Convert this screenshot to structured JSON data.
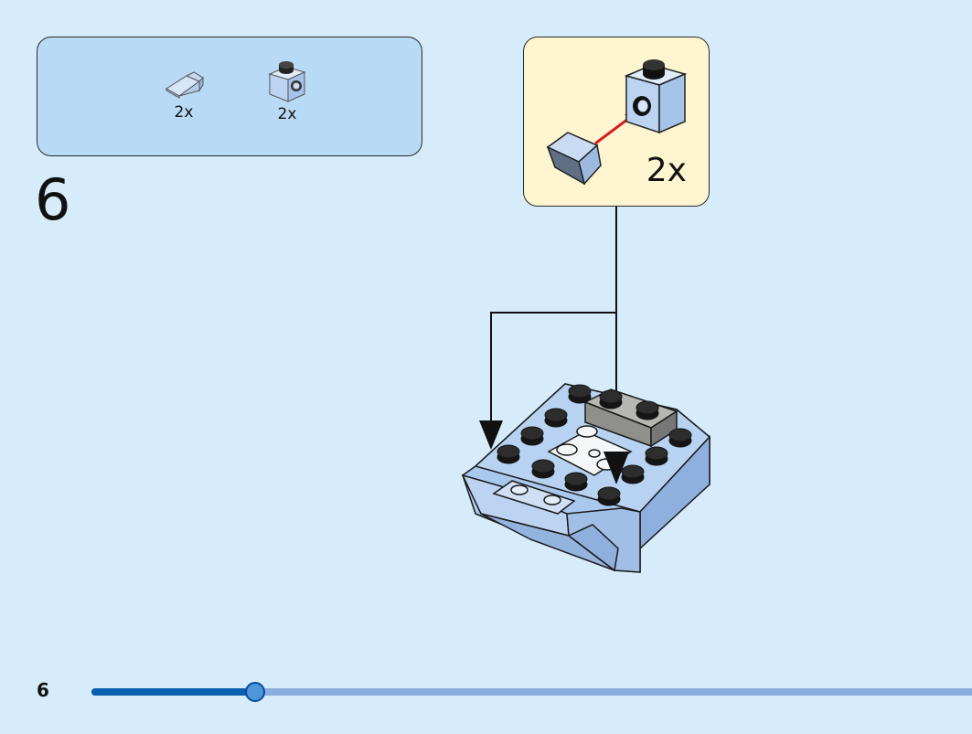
{
  "parts_list": {
    "items": [
      {
        "icon": "slope-brick-icon",
        "quantity": "2x"
      },
      {
        "icon": "stud-side-brick-icon",
        "quantity": "2x"
      }
    ]
  },
  "step": {
    "number": "6"
  },
  "callout": {
    "quantity": "2x"
  },
  "footer": {
    "page_number": "6"
  },
  "progress": {
    "value": 0.186
  },
  "colors": {
    "background": "#d6ecfa",
    "parts_box": "#b8daf4",
    "callout": "#fdf5cf",
    "brick": "#a9c8ee",
    "progress_fill": "#0a5fb0",
    "progress_track": "#8aaedf",
    "arrow_red": "#d42020"
  }
}
